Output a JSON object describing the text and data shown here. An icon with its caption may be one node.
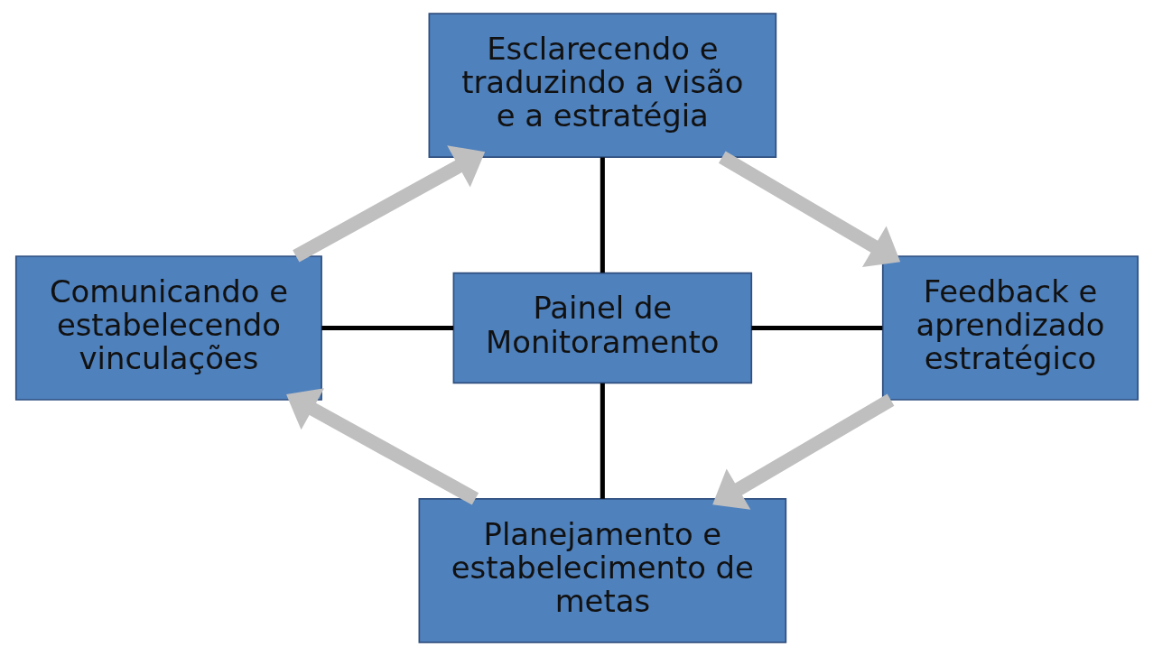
{
  "diagram": {
    "nodes": [
      {
        "text": [
          "Esclarecendo e traduzindo a visão e a estratégia"
        ]
      },
      {
        "text": [
          "Comunicando e estabelecendo vinculações"
        ]
      },
      {
        "text": [
          "Painel de Monitoramento"
        ]
      },
      {
        "text": [
          "Feedback e aprendizado estratégico"
        ]
      },
      {
        "text": [
          "Planejamento e estabelecimento de metas"
        ]
      }
    ],
    "edges": [
      {
        "from": 0,
        "to": 2,
        "arrow": "none"
      },
      {
        "from": 1,
        "to": 2,
        "arrow": "none"
      },
      {
        "from": 2,
        "to": 3,
        "arrow": "none"
      },
      {
        "from": 2,
        "to": 4,
        "arrow": "none"
      },
      {
        "from": 1,
        "to": 0,
        "arrow": "to",
        "style": "thick",
        "color": "#bfbfbf"
      },
      {
        "from": 0,
        "to": 3,
        "arrow": "to",
        "style": "thick",
        "color": "#bfbfbf"
      },
      {
        "from": 3,
        "to": 4,
        "arrow": "to",
        "style": "thick",
        "color": "#bfbfbf"
      },
      {
        "from": 4,
        "to": 1,
        "arrow": "to",
        "style": "thick",
        "color": "#bfbfbf"
      }
    ]
  }
}
